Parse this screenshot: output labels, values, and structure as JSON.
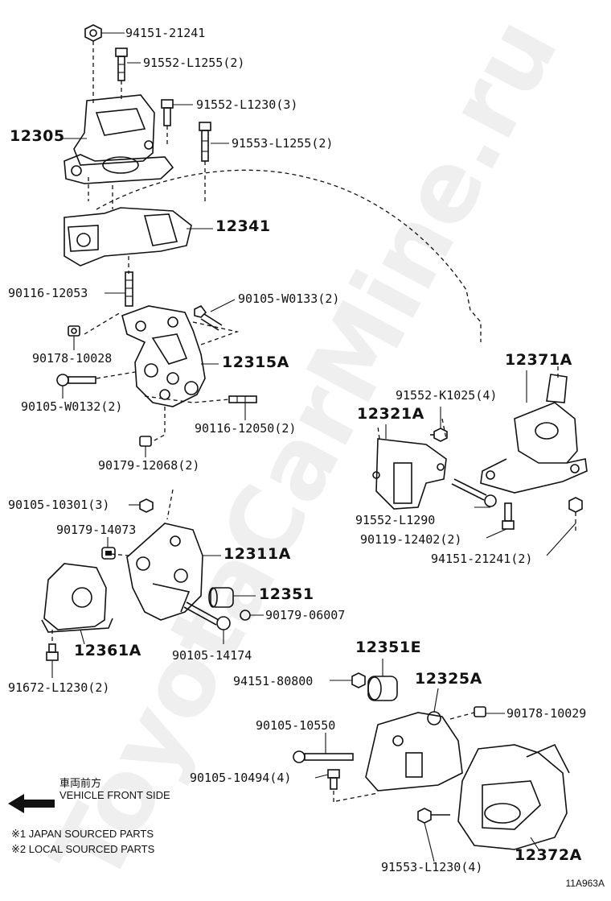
{
  "parts": {
    "p12305": "12305",
    "p12341": "12341",
    "p12315a": "12315A",
    "p12371a": "12371A",
    "p12321a": "12321A",
    "p12311a": "12311A",
    "p12351": "12351",
    "p12361a": "12361A",
    "p12351e": "12351E",
    "p12325a": "12325A",
    "p12372a": "12372A"
  },
  "fasteners": {
    "f1": "94151-21241",
    "f2": "91552-L1255(2)",
    "f3": "91552-L1230(3)",
    "f4": "91553-L1255(2)",
    "f5": "90116-12053",
    "f6": "90105-W0133(2)",
    "f7": "90178-10028",
    "f8": "90105-W0132(2)",
    "f9": "90116-12050(2)",
    "f10": "90179-12068(2)",
    "f11": "91552-K1025(4)",
    "f12": "91552-L1290",
    "f13": "90119-12402(2)",
    "f14": "94151-21241(2)",
    "f15": "90105-10301(3)",
    "f16": "90179-14073",
    "f17": "90179-06007",
    "f18": "90105-14174",
    "f19": "91672-L1230(2)",
    "f20": "94151-80800",
    "f21": "90178-10029",
    "f22": "90105-10550",
    "f23": "90105-10494(4)",
    "f24": "91553-L1230(4)"
  },
  "notes": {
    "front_jp": "車両前方",
    "front_en": "VEHICLE FRONT SIDE",
    "note1": "※1 JAPAN SOURCED PARTS",
    "note2": "※2 LOCAL SOURCED PARTS"
  },
  "watermark": "ToyotaCarMine.ru",
  "figure_code": "11A963A"
}
